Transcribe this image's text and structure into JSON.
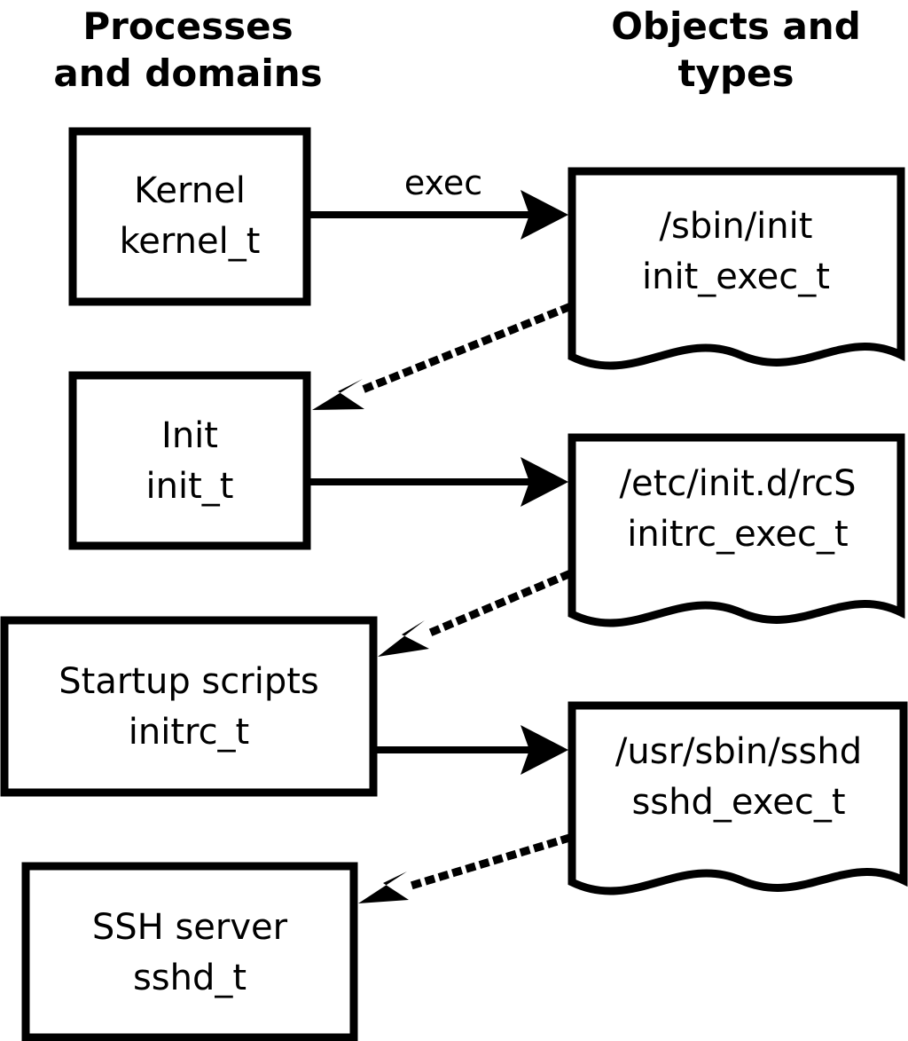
{
  "diagram": {
    "title_left": "Processes\nand domains",
    "columns": {
      "left": {
        "line1": "Processes",
        "line2": "and domains"
      },
      "right": {
        "line1": "Objects and",
        "line2": "types"
      }
    },
    "process_nodes": [
      {
        "id": "kernel",
        "label": "Kernel",
        "type": "kernel_t"
      },
      {
        "id": "init",
        "label": "Init",
        "type": "init_t"
      },
      {
        "id": "initrc",
        "label": "Startup scripts",
        "type": "initrc_t"
      },
      {
        "id": "sshd",
        "label": "SSH server",
        "type": "sshd_t"
      }
    ],
    "object_nodes": [
      {
        "id": "init_exec",
        "path": "/sbin/init",
        "type": "init_exec_t"
      },
      {
        "id": "initrc_exec",
        "path": "/etc/init.d/rcS",
        "type": "initrc_exec_t"
      },
      {
        "id": "sshd_exec",
        "path": "/usr/sbin/sshd",
        "type": "sshd_exec_t"
      }
    ],
    "edges": [
      {
        "id": "kernel-exec-init_exec",
        "from": "kernel",
        "to": "init_exec",
        "label": "exec",
        "style": "solid"
      },
      {
        "id": "init_exec-transition-init",
        "from": "init_exec",
        "to": "init",
        "label": "",
        "style": "dotted"
      },
      {
        "id": "init-exec-initrc_exec",
        "from": "init",
        "to": "initrc_exec",
        "label": "",
        "style": "solid"
      },
      {
        "id": "initrc_exec-transition-initrc",
        "from": "initrc_exec",
        "to": "initrc",
        "label": "",
        "style": "dotted"
      },
      {
        "id": "initrc-exec-sshd_exec",
        "from": "initrc",
        "to": "sshd_exec",
        "label": "",
        "style": "solid"
      },
      {
        "id": "sshd_exec-transition-sshd",
        "from": "sshd_exec",
        "to": "sshd",
        "label": "",
        "style": "dotted"
      }
    ],
    "colors": {
      "stroke": "#000000",
      "fill": "#ffffff",
      "background": "#ffffff"
    }
  }
}
